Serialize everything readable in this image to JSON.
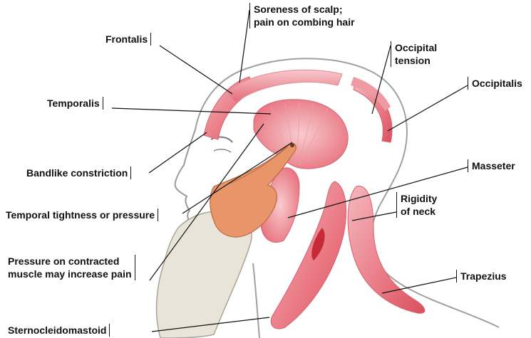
{
  "labels": {
    "soreness": [
      "Soreness of scalp;",
      "pain on combing hair"
    ],
    "frontalis": "Frontalis",
    "occipital_tension": [
      "Occipital",
      "tension"
    ],
    "occipitalis": "Occipitalis",
    "temporalis": "Temporalis",
    "bandlike": "Bandlike constriction",
    "masseter": "Masseter",
    "rigidity": [
      "Rigidity",
      "of neck"
    ],
    "temporal_tightness": "Temporal tightness or pressure",
    "pressure": [
      "Pressure on contracted",
      "muscle may increase pain"
    ],
    "trapezius": "Trapezius",
    "sternocleidomastoid": "Sternocleidomastoid"
  },
  "colors": {
    "muscle": "#ea7c86",
    "muscle_light": "#f6c3c8",
    "muscle_dark": "#c8303c",
    "skin_outline": "#9a9a9a",
    "hand": "#e8956a",
    "sleeve": "#e9e4d8"
  }
}
